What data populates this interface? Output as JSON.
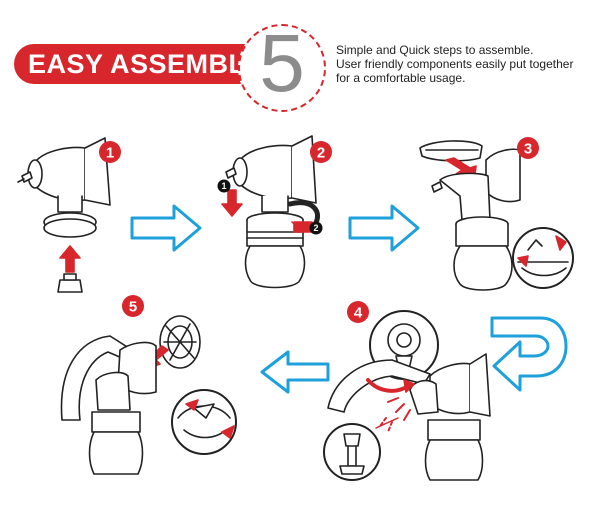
{
  "header": {
    "banner": "EASY ASSEMBLY",
    "big_number": "5",
    "lines": [
      "Simple and Quick steps to assemble.",
      "User friendly components easily put together",
      "for a comfortable usage."
    ]
  },
  "steps": [
    {
      "number": "1"
    },
    {
      "number": "2",
      "substeps": [
        "1",
        "2"
      ]
    },
    {
      "number": "3"
    },
    {
      "number": "4"
    },
    {
      "number": "5"
    }
  ],
  "colors": {
    "accent_red": "#d8262d",
    "flow_arrow_blue": "#1ea0dc",
    "number_grey": "#8c8c8c",
    "outline": "#222222"
  },
  "icons": [
    "step-badge-icon",
    "flow-arrow-icon",
    "u-turn-arrow-icon",
    "red-arrow-icon"
  ]
}
